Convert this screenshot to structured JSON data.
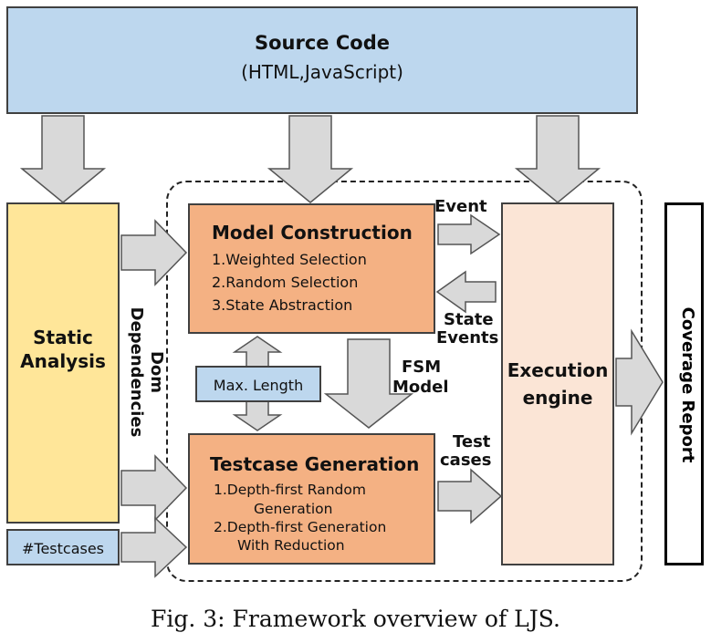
{
  "source_code": {
    "title": "Source Code",
    "subtitle": "(HTML,JavaScript)"
  },
  "static_analysis": {
    "line1": "Static",
    "line2": "Analysis"
  },
  "dom_dependencies": {
    "line1": "Dom",
    "line2": "Dependencies"
  },
  "model_construction": {
    "title": "Model Construction",
    "items": [
      "1.Weighted Selection",
      "2.Random Selection",
      "3.State Abstraction"
    ]
  },
  "max_length": "Max. Length",
  "fsm_model": {
    "line1": "FSM",
    "line2": "Model"
  },
  "testcase_generation": {
    "title": "Testcase Generation",
    "items": [
      "1.Depth-first Random",
      "Generation",
      "2.Depth-first Generation",
      "With Reduction"
    ]
  },
  "num_testcases": "#Testcases",
  "event_label": "Event",
  "state_events": {
    "line1": "State",
    "line2": "Events"
  },
  "test_cases": {
    "line1": "Test",
    "line2": "cases"
  },
  "execution_engine": {
    "line1": "Execution",
    "line2": "engine"
  },
  "coverage_report": "Coverage Report",
  "caption": "Fig. 3: Framework overview of LJS.",
  "colors": {
    "source_fill": "#bdd7ee",
    "static_fill": "#ffe699",
    "orange_fill": "#f4b183",
    "exec_fill": "#fbe5d6",
    "param_fill": "#bdd7ee",
    "arrow_fill": "#d9d9d9",
    "border": "#404040"
  }
}
